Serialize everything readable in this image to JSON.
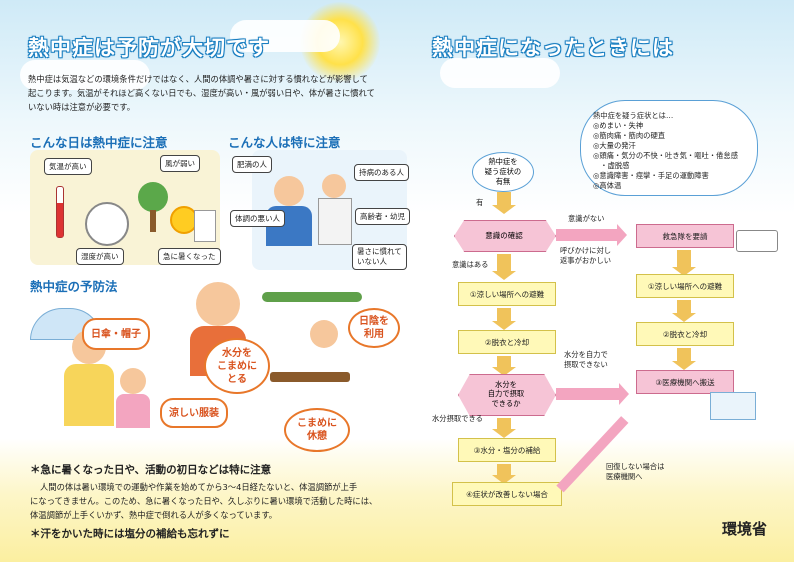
{
  "left": {
    "title": "熱中症は予防が大切です",
    "intro": [
      "熱中症は気温などの環境条件だけではなく、人間の体調や暑さに対する慣れなどが影響して",
      "起こります。気温がそれほど高くない日でも、湿度が高い・風が弱い日や、体が暑さに慣れて",
      "いない時は注意が必要です。"
    ],
    "days_heading": "こんな日は熱中症に注意",
    "days_tags": [
      "気温が高い",
      "風が弱い",
      "湿度が高い",
      "急に暑くなった"
    ],
    "people_heading": "こんな人は特に注意",
    "people_tags": [
      "肥満の人",
      "持病のある人",
      "体調の悪い人",
      "高齢者・幼児",
      "暑さに慣れて\nいない人"
    ],
    "prevention_heading": "熱中症の予防法",
    "prevention_bubbles": [
      "日傘・帽子",
      "水分を\nこまめに\nとる",
      "日陰を\n利用",
      "涼しい服装",
      "こまめに\n休憩"
    ],
    "note1_title": "＊急に暑くなった日や、活動の初日などは特に注意",
    "note1_text": [
      "人間の体は暑い環境での運動や作業を始めてから3～4日経たないと、体温調節が上手",
      "になってきません。このため、急に暑くなった日や、久しぶりに暑い環境で活動した時には、",
      "体温調節が上手くいかず、熱中症で倒れる人が多くなっています。"
    ],
    "note2_title": "＊汗をかいた時には塩分の補給も忘れずに"
  },
  "right": {
    "title": "熱中症になったときには",
    "symptoms_title": "熱中症を疑う症状とは…",
    "symptoms": [
      "◎めまい・失神",
      "◎筋肉痛・筋肉の硬直",
      "◎大量の発汗",
      "◎頭痛・気分の不快・吐き気・嘔吐・倦怠感",
      "　・虚脱感",
      "◎意識障害・痙攣・手足の運動障害",
      "◎高体温"
    ],
    "start": "熱中症を\n疑う症状の\n有無",
    "yes": "有",
    "consciousness": "意識の確認",
    "no_consciousness": "意識がない",
    "weird_reply": "呼びかけに対し\n返事がおかしい",
    "has_consciousness": "意識はある",
    "ambulance": "救急隊を要請",
    "cool_left": "①涼しい場所への避難",
    "cool_right": "①涼しい場所への避難",
    "undress_left": "②脱衣と冷却",
    "undress_right": "②脱衣と冷却",
    "water_question": "水分を\n自力で摂取\nできるか",
    "cannot_drink": "水分を自力で\n摂取できない",
    "hospital": "③医療機関へ搬送",
    "can_drink": "水分摂取できる",
    "rehydrate": "③水分・塩分の補給",
    "no_recovery": "回復しない場合は\n医療機関へ",
    "not_improved": "④症状が改善しない場合",
    "ministry": "環境省"
  }
}
